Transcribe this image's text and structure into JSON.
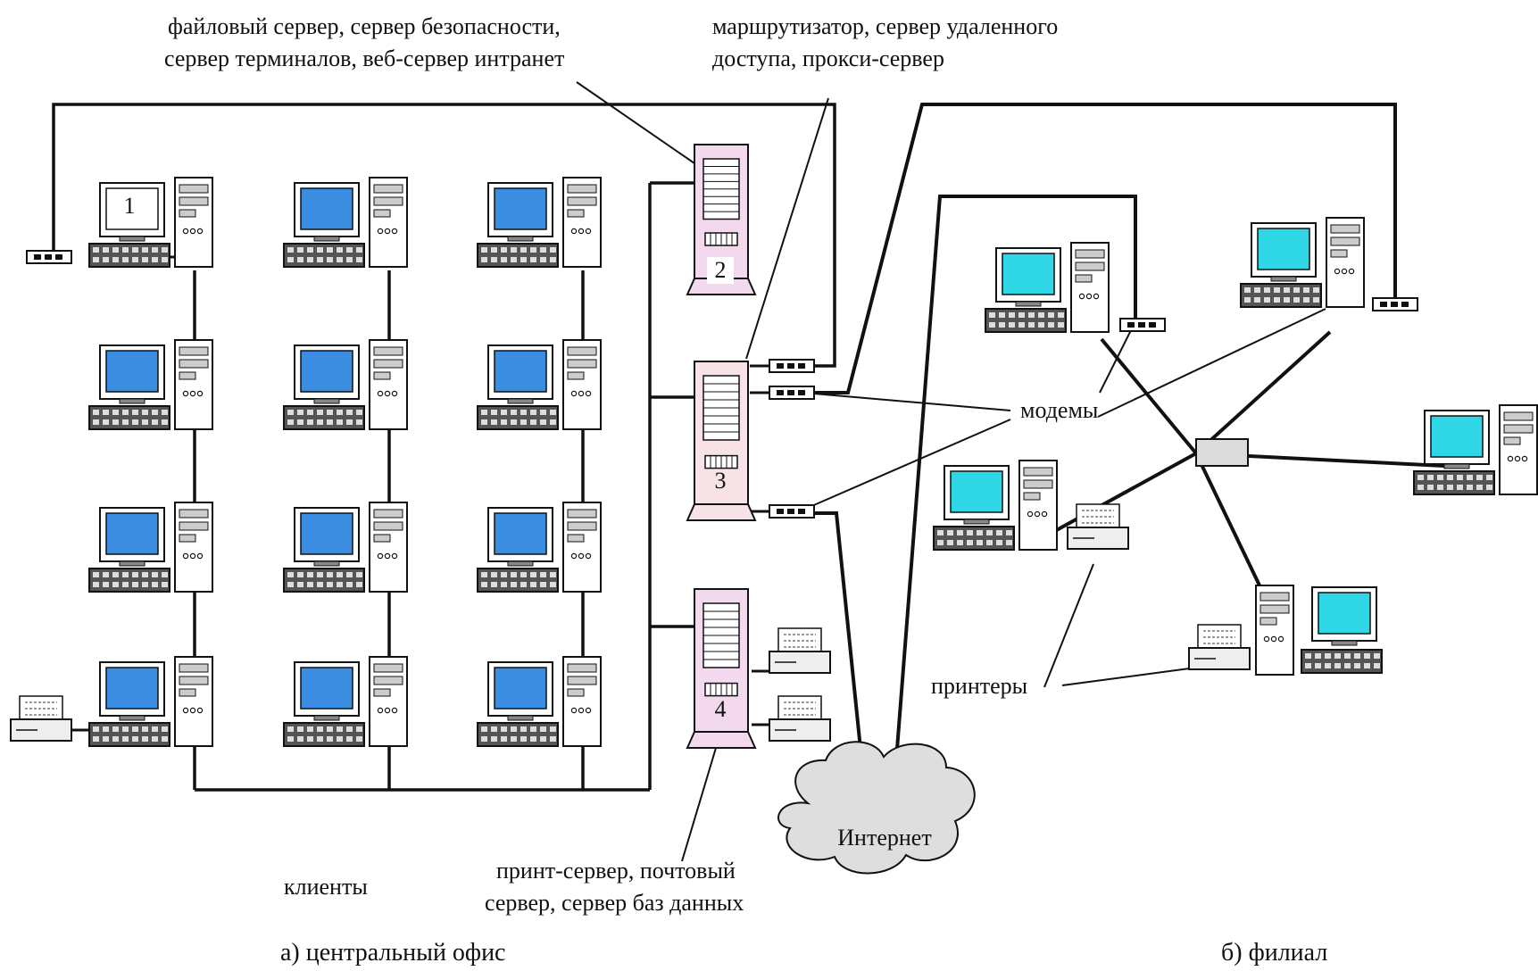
{
  "labels": {
    "servers_2": "файловый сервер, сервер безопасности,",
    "servers_2b": "сервер терминалов, веб-сервер интранет",
    "servers_3": "маршрутизатор, сервер удаленного",
    "servers_3b": "доступа, прокси-сервер",
    "servers_4": "принт-сервер, почтовый",
    "servers_4b": "сервер, сервер баз данных",
    "clients": "клиенты",
    "modems": "модемы",
    "printers": "принтеры",
    "internet": "Интернет",
    "central_office": "а)  центральный офис",
    "branch": "б) филиал"
  },
  "numbers": {
    "pc1": "1",
    "srv2": "2",
    "srv3": "3",
    "srv4": "4"
  },
  "colors": {
    "line": "#111111",
    "screen_office": "#3a8de0",
    "screen_branch": "#2fd6e6",
    "server_fill": "#f2d9ee",
    "server_fill_3": "#f7e3e6",
    "cloud_fill": "#dedede",
    "hub_fill": "#dcdcdc",
    "device_body": "#ffffff",
    "keyboard_fill": "#555555"
  }
}
